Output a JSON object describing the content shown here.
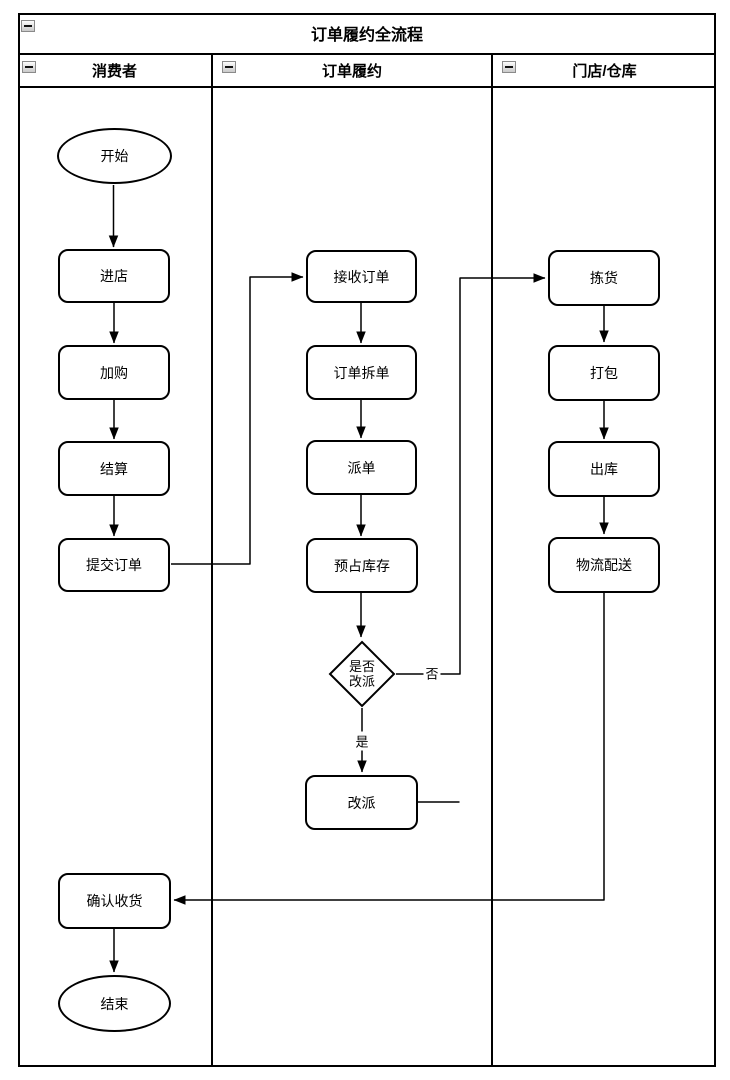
{
  "diagram": {
    "title": "订单履约全流程",
    "lanes": [
      {
        "id": "consumer",
        "label": "消费者"
      },
      {
        "id": "fulfillment",
        "label": "订单履约"
      },
      {
        "id": "store_warehouse",
        "label": "门店/仓库"
      }
    ],
    "nodes": {
      "start": {
        "label": "开始",
        "shape": "ellipse"
      },
      "enter_store": {
        "label": "进店",
        "shape": "rounded-rect"
      },
      "add_to_cart": {
        "label": "加购",
        "shape": "rounded-rect"
      },
      "checkout": {
        "label": "结算",
        "shape": "rounded-rect"
      },
      "submit_order": {
        "label": "提交订单",
        "shape": "rounded-rect"
      },
      "receive_order": {
        "label": "接收订单",
        "shape": "rounded-rect"
      },
      "split_order": {
        "label": "订单拆单",
        "shape": "rounded-rect"
      },
      "dispatch_order": {
        "label": "派单",
        "shape": "rounded-rect"
      },
      "reserve_stock": {
        "label": "预占库存",
        "shape": "rounded-rect"
      },
      "reassign_decision": {
        "label": "是否\n改派",
        "shape": "diamond"
      },
      "reassign": {
        "label": "改派",
        "shape": "rounded-rect"
      },
      "picking": {
        "label": "拣货",
        "shape": "rounded-rect"
      },
      "packing": {
        "label": "打包",
        "shape": "rounded-rect"
      },
      "outbound": {
        "label": "出库",
        "shape": "rounded-rect"
      },
      "logistics_delivery": {
        "label": "物流配送",
        "shape": "rounded-rect"
      },
      "confirm_receipt": {
        "label": "确认收货",
        "shape": "rounded-rect"
      },
      "end": {
        "label": "结束",
        "shape": "ellipse"
      }
    },
    "edge_labels": {
      "yes": "是",
      "no": "否"
    },
    "colors": {
      "stroke": "#000000",
      "background": "#ffffff"
    }
  }
}
